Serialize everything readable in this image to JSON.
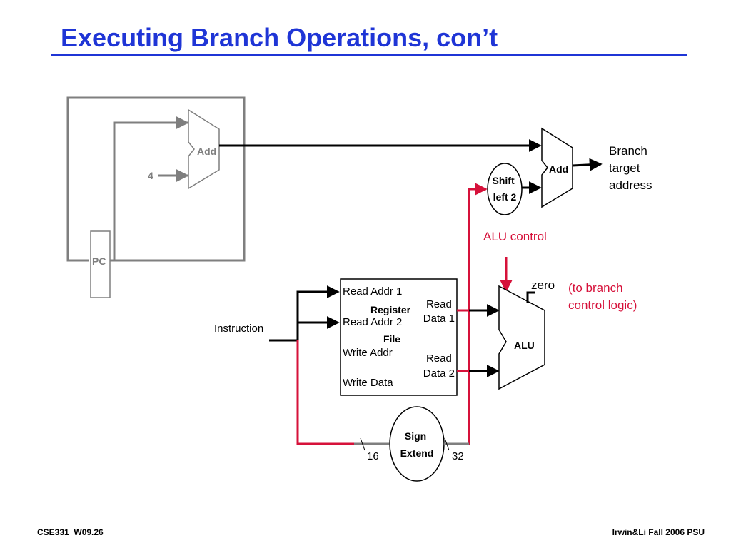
{
  "slide": {
    "title": "Executing Branch Operations, con’t"
  },
  "diagram": {
    "pc_add_label": "Add",
    "constant_four": "4",
    "pc_label": "PC",
    "branch_add_label": "Add",
    "branch_target": [
      "Branch",
      "target",
      "address"
    ],
    "shift_left": [
      "Shift",
      "left 2"
    ],
    "alu_control": "ALU control",
    "zero_label": "zero",
    "to_branch_logic": [
      "(to branch",
      "control logic)"
    ],
    "instruction_label": "Instruction",
    "register_file": {
      "read_addr_1": "Read Addr 1",
      "read_addr_2": "Read Addr 2",
      "write_addr": "Write Addr",
      "write_data": "Write Data",
      "title_line1": "Register",
      "title_line2": "File",
      "read_data_1": [
        "Read",
        "Data 1"
      ],
      "read_data_2": [
        "Read",
        "Data 2"
      ]
    },
    "alu_label": "ALU",
    "sign_extend": [
      "Sign",
      "Extend"
    ],
    "width_in": "16",
    "width_out": "32"
  },
  "colors": {
    "title": "#1f35d6",
    "highlight_path": "#d6113a",
    "inactive_path": "#7f7f7f",
    "wire": "#000000"
  },
  "footer": {
    "left": "CSE331  W09.26",
    "right": "Irwin&Li Fall 2006 PSU"
  }
}
